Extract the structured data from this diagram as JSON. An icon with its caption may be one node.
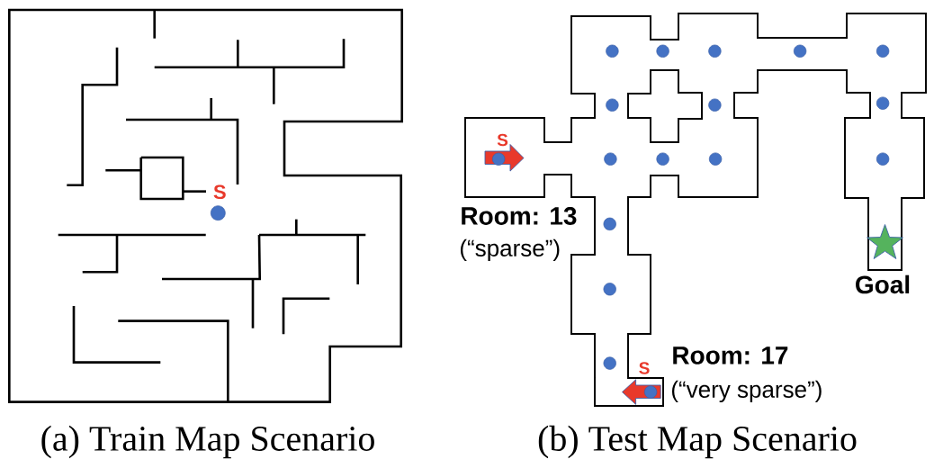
{
  "diagram": {
    "labels": [
      "S",
      "S",
      "Room: 13",
      "(“sparse”)",
      "Goal",
      "Room: 17",
      "S",
      "(“very sparse”)",
      "(a) Train Map Scenario",
      "(b) Test Map Scenario"
    ]
  }
}
